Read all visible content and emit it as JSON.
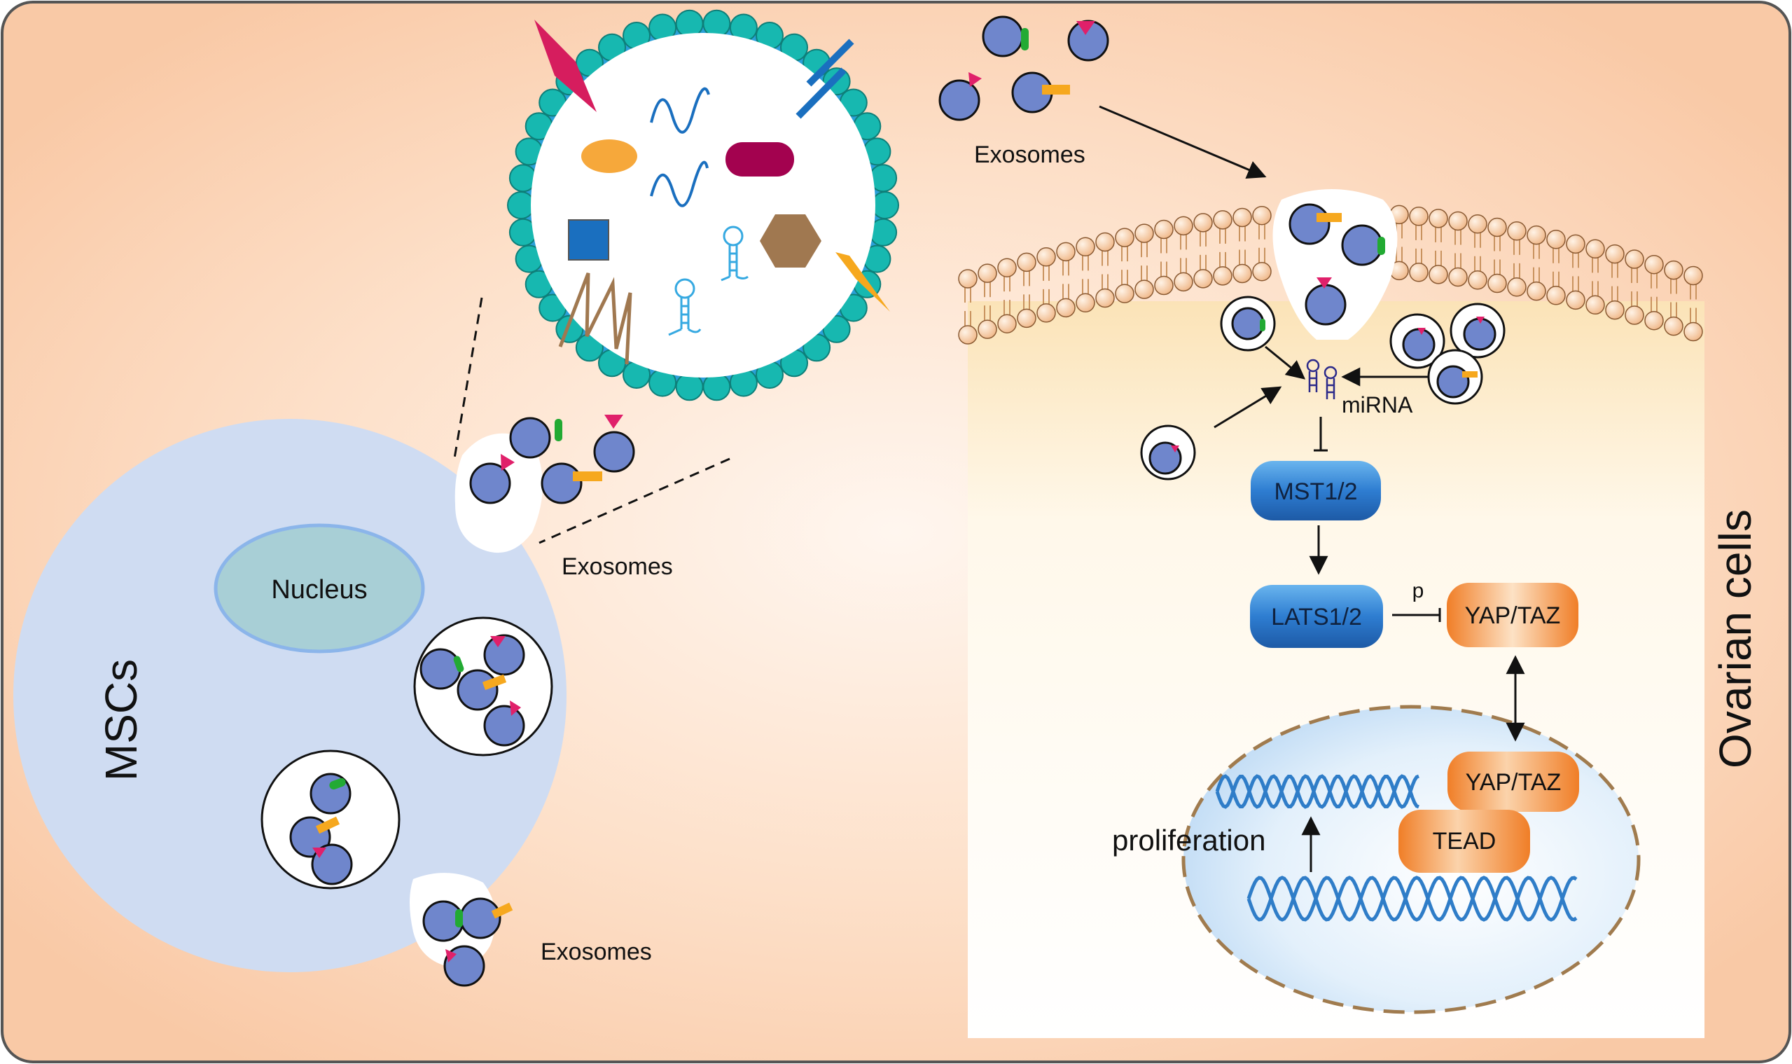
{
  "diagram": {
    "labels": {
      "exosomes_top": "Exosomes",
      "exosomes_mid": "Exosomes",
      "exosomes_bottom": "Exosomes",
      "nucleus": "Nucleus",
      "mscs": "MSCs",
      "ovarian_cells": "Ovarian cells",
      "mirna": "miRNA",
      "p": "p",
      "proliferation": "proliferation"
    },
    "nodes": {
      "mst": "MST1/2",
      "lats": "LATS1/2",
      "yap_cyto": "YAP/TAZ",
      "yap_nuc": "YAP/TAZ",
      "tead": "TEAD"
    },
    "colors": {
      "exosome": "#6f86cc",
      "ligand_green": "#22aa33",
      "ligand_orange": "#f6a81e",
      "ligand_pink": "#e0206a",
      "membrane_bead": "#17b8b0",
      "membrane_ring": "#2aa0d8",
      "kinase_blue": "#2f78c6",
      "yap_orange": "#f28d3a",
      "msc_cell": "#cfdcf2",
      "nucleus": "#a8cfd6",
      "lipid_head": "#f9d9bf"
    }
  }
}
